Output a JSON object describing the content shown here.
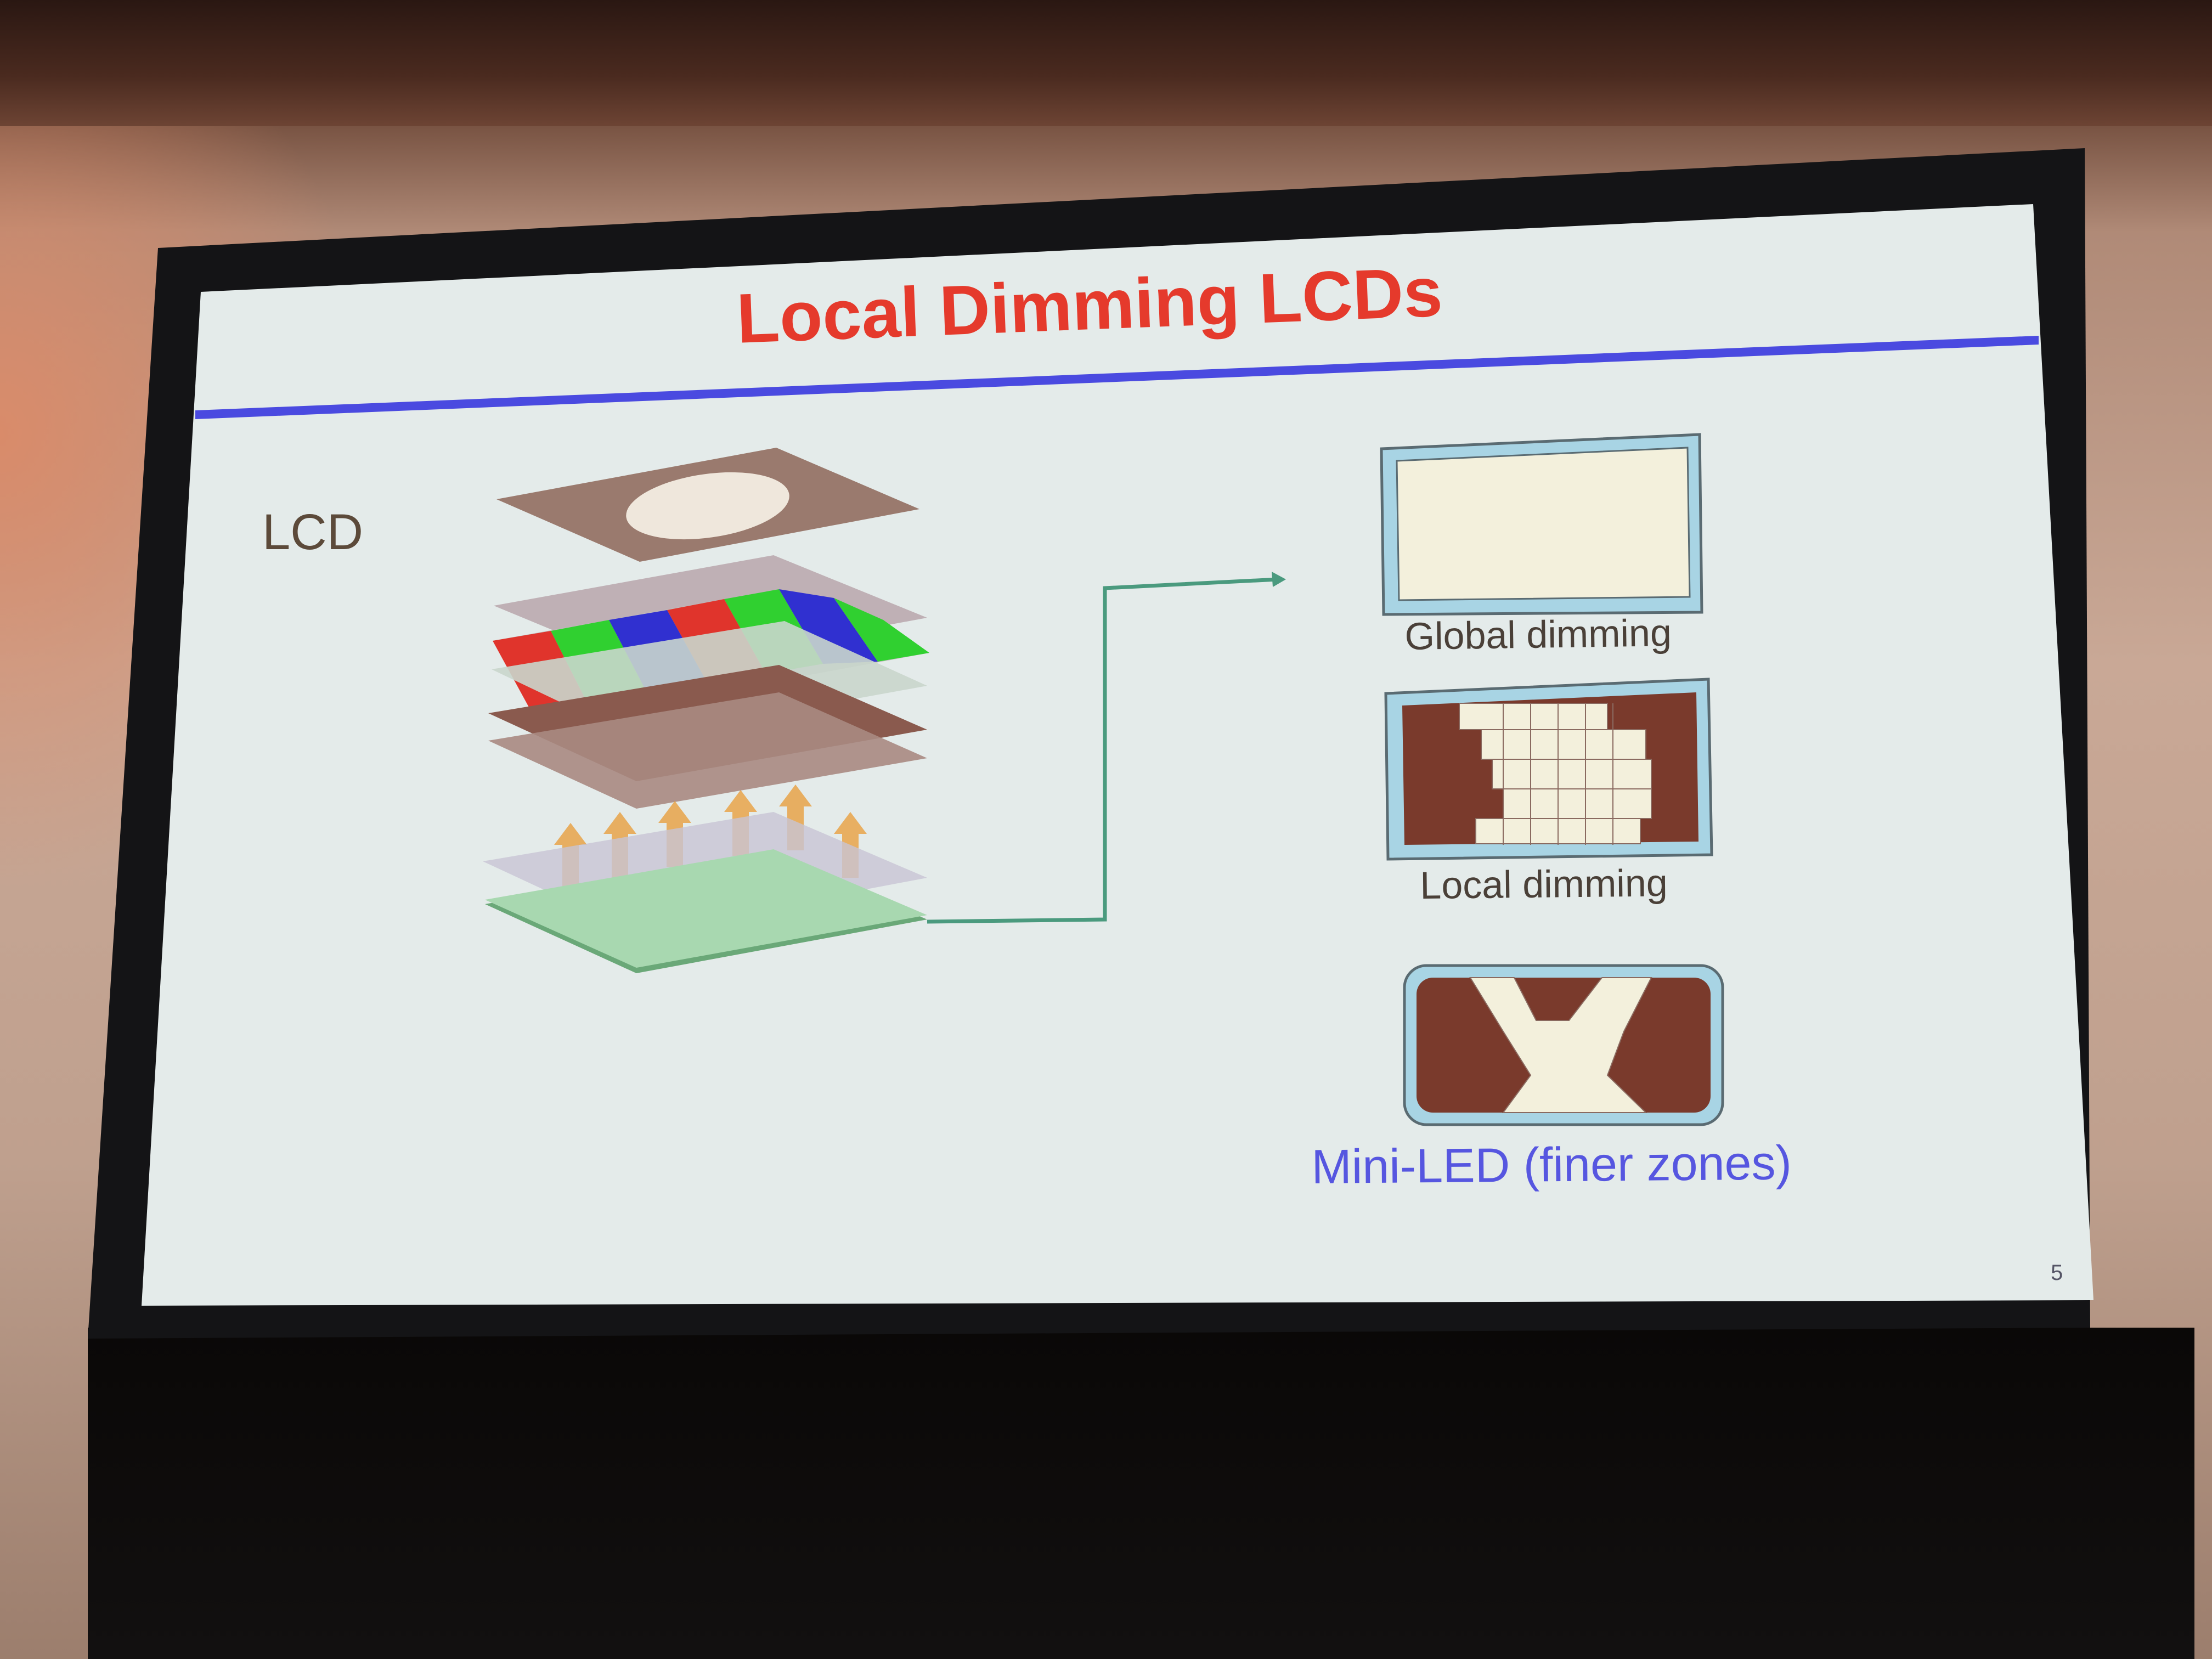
{
  "slide": {
    "title": "Local Dimming LCDs",
    "lcd_label": "LCD",
    "global_label": "Global dimming",
    "local_label": "Local dimming",
    "miniled_label": "Mini-LED (finer zones)",
    "page_number": "5"
  },
  "colors": {
    "title": "#e53a2c",
    "rule": "#4a4ae0",
    "miniled_text": "#5656e0",
    "arrow": "#4a9a7e",
    "zone_dark": "#7a3a2c",
    "zone_light": "#f3f0dc",
    "frame": "#a8d4e4"
  }
}
